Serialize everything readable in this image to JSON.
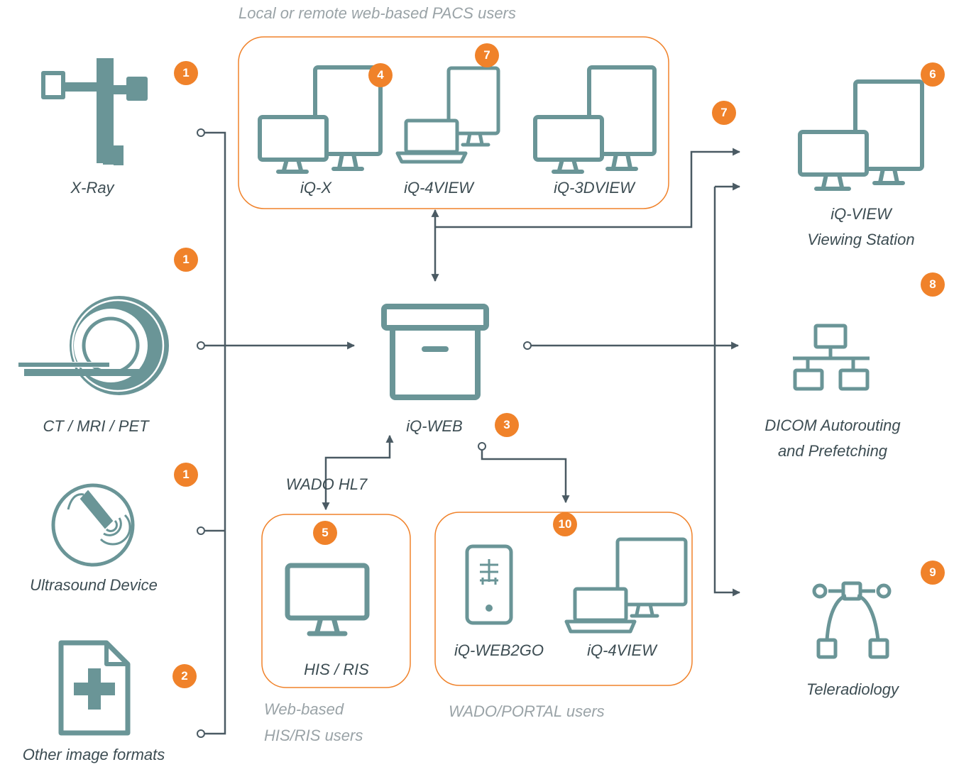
{
  "colors": {
    "teal": "#6a9597",
    "arrow": "#4a5a63",
    "orange": "#f0822a",
    "text": "#3d4d53",
    "grey_text": "#9aa3a7"
  },
  "group_captions": {
    "pacs_users": "Local or remote web-based PACS users",
    "his_ris_users_line1": "Web-based",
    "his_ris_users_line2": "HIS/RIS users",
    "wado_portal_users": "WADO/PORTAL users"
  },
  "sources": {
    "xray": "X-Ray",
    "ct_mri_pet": "CT / MRI / PET",
    "ultrasound": "Ultrasound Device",
    "other_formats": "Other image formats"
  },
  "pacs_group": {
    "iq_x": "iQ-X",
    "iq_4view": "iQ-4VIEW",
    "iq_3dview": "iQ-3DVIEW"
  },
  "center": {
    "iq_web": "iQ-WEB",
    "wado_hl7": "WADO HL7"
  },
  "his_ris": {
    "label": "HIS / RIS"
  },
  "portal_group": {
    "iq_web2go": "iQ-WEB2GO",
    "iq_4view": "iQ-4VIEW"
  },
  "destinations": {
    "viewing_line1": "iQ-VIEW",
    "viewing_line2": "Viewing Station",
    "dicom_line1": "DICOM Autorouting",
    "dicom_line2": "and Prefetching",
    "teleradiology": "Teleradiology"
  },
  "badges": {
    "xray": "1",
    "ct": "1",
    "ultrasound": "1",
    "other": "2",
    "iq_web": "3",
    "iq_x": "4",
    "his_ris": "5",
    "viewing_station": "6",
    "pacs_group": "7",
    "viewing_arrow": "7",
    "dicom": "8",
    "teleradiology": "9",
    "portal": "10"
  },
  "icons": [
    "xray-machine-icon",
    "ct-scanner-icon",
    "ultrasound-icon",
    "medical-file-icon",
    "monitor-icon",
    "laptop-icon",
    "archive-box-icon",
    "network-icon",
    "vector-curve-icon",
    "mobile-device-icon"
  ]
}
